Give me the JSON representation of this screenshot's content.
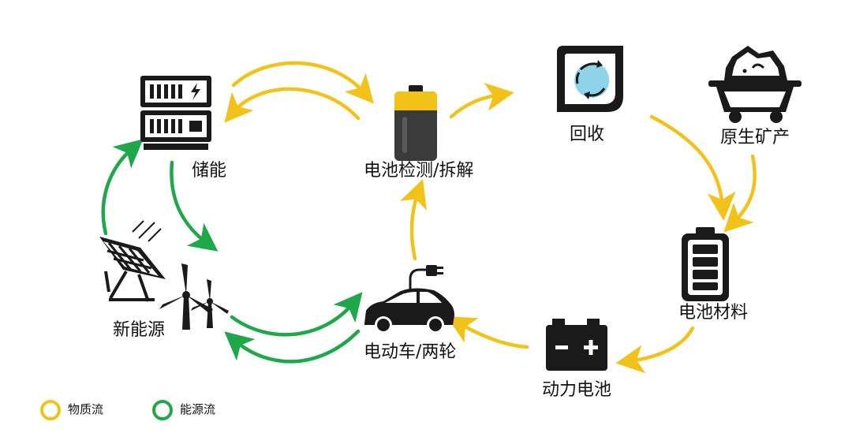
{
  "nodes": {
    "storage": "储能",
    "battery_test": "电池检测/拆解",
    "recycle": "回收",
    "mining": "原生矿产",
    "battery_material": "电池材料",
    "power_battery": "动力电池",
    "ev": "电动车/两轮",
    "new_energy": "新能源"
  },
  "legend": {
    "material_flow": "物质流",
    "energy_flow": "能源流"
  },
  "colors": {
    "material_flow": "#F2C21B",
    "energy_flow": "#1EA84A",
    "icon_dark": "#1a1a1a",
    "battery_yellow": "#F2C21B",
    "recycle_fill": "#8FD3E8"
  }
}
